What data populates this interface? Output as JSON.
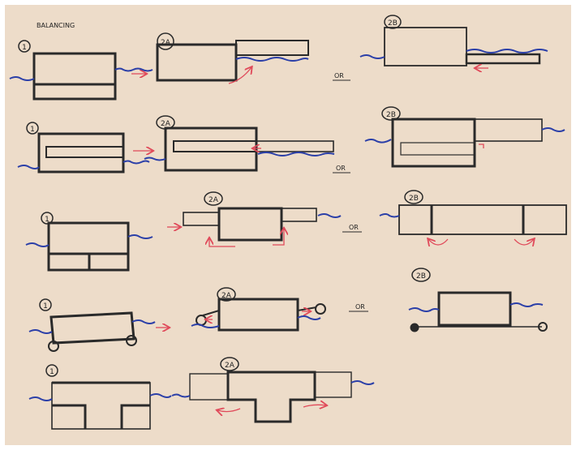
{
  "sheet": {
    "title": "BALANCING",
    "paper_color": "#eddcc9",
    "ink_color": "#2a2a2a",
    "water_color": "#2b3fa8",
    "arrow_color": "#e04a5a"
  },
  "labels": {
    "r1_step1": "1",
    "r1_step2a": "2A",
    "r1_or": "OR",
    "r1_step2b": "2B",
    "r2_step1": "1",
    "r2_step2a": "2A",
    "r2_or": "OR",
    "r2_step2b": "2B",
    "r3_step1": "1",
    "r3_step2a": "2A",
    "r3_or": "OR",
    "r3_step2b": "2B",
    "r4_step1": "1",
    "r4_step2a": "2A",
    "r4_or": "OR",
    "r4_step2b": "2B",
    "r5_step1": "1",
    "r5_step2a": "2A"
  }
}
